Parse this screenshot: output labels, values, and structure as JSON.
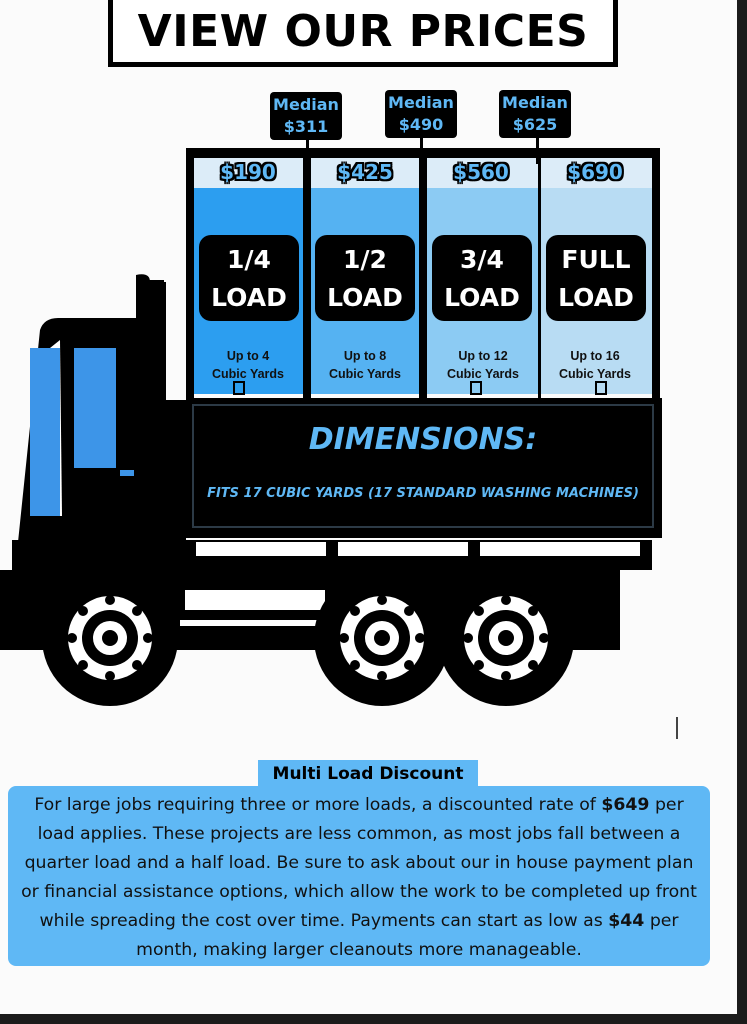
{
  "header": {
    "title": "VIEW OUR PRICES"
  },
  "medians": [
    {
      "label": "Median",
      "value": "$311"
    },
    {
      "label": "Median",
      "value": "$490"
    },
    {
      "label": "Median",
      "value": "$625"
    }
  ],
  "loads": [
    {
      "price": "$190",
      "size_line1": "1/4",
      "size_line2": "LOAD",
      "cap_line1": "Up to 4",
      "cap_line2": "Cubic Yards"
    },
    {
      "price": "$425",
      "size_line1": "1/2",
      "size_line2": "LOAD",
      "cap_line1": "Up to 8",
      "cap_line2": "Cubic Yards"
    },
    {
      "price": "$560",
      "size_line1": "3/4",
      "size_line2": "LOAD",
      "cap_line1": "Up to 12",
      "cap_line2": "Cubic Yards"
    },
    {
      "price": "$690",
      "size_line1": "FULL",
      "size_line2": "LOAD",
      "cap_line1": "Up to 16",
      "cap_line2": "Cubic Yards"
    }
  ],
  "dimensions": {
    "title": "DIMENSIONS:",
    "subtitle": "FITS 17 CUBIC YARDS (17 STANDARD WASHING MACHINES)"
  },
  "discount": {
    "title": "Multi Load Discount",
    "text_1": "For large jobs requiring three or more loads, a discounted rate of ",
    "rate": "$649",
    "text_2": " per load applies. These projects are less common, as most jobs fall between a quarter load and a half load. Be sure to ask about our in house payment plan or financial assistance options, which allow the work to be completed up front while spreading the cost over time. Payments can start as low as ",
    "monthly": "$44",
    "text_3": " per month, making larger cleanouts more manageable."
  },
  "colors": {
    "accent_blue": "#5fb8f5",
    "panel_1": "#2c9ef0",
    "panel_2": "#55b2f2",
    "panel_3": "#8ccbf3",
    "panel_4": "#b8dcf3",
    "truck": "#000000"
  }
}
